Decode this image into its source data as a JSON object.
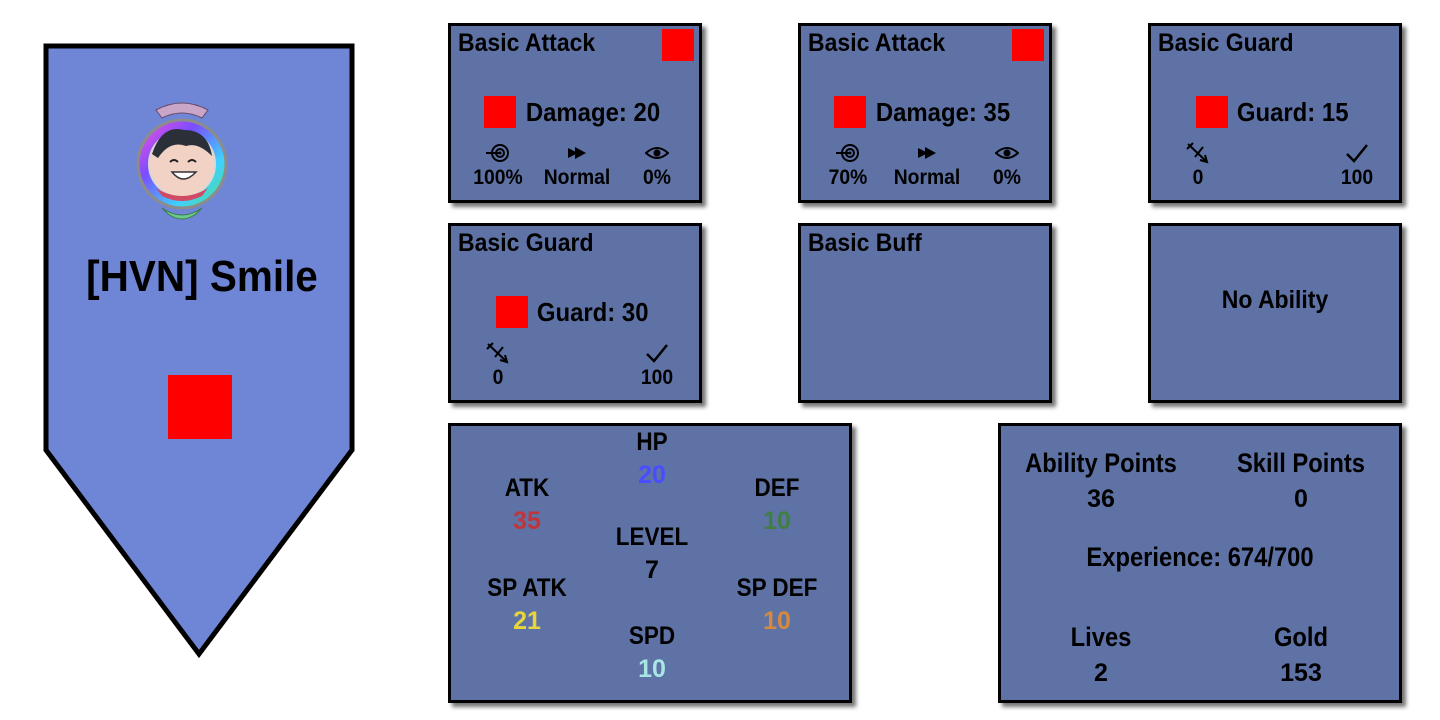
{
  "colors": {
    "panel_fill": "#6f86d6",
    "card_fill": "#5f72a6",
    "placeholder": "#ff0000",
    "hp": "#4a4cff",
    "atk": "#c0353a",
    "def": "#3f8040",
    "sp_atk": "#e6d63a",
    "sp_def": "#d6893a",
    "spd": "#a8e6e6"
  },
  "character": {
    "name": "[HVN] Smile",
    "portrait_icon": "character-portrait-medallion"
  },
  "abilities": [
    {
      "title": "Basic Attack",
      "value_label": "Damage: 20",
      "stats": [
        {
          "icon": "accuracy-target-icon",
          "text": "100%"
        },
        {
          "icon": "speed-arrow-icon",
          "text": "Normal"
        },
        {
          "icon": "eye-icon",
          "text": "0%"
        }
      ]
    },
    {
      "title": "Basic Attack",
      "value_label": "Damage: 35",
      "stats": [
        {
          "icon": "accuracy-target-icon",
          "text": "70%"
        },
        {
          "icon": "speed-arrow-icon",
          "text": "Normal"
        },
        {
          "icon": "eye-icon",
          "text": "0%"
        }
      ]
    },
    {
      "title": "Basic Guard",
      "value_label": "Guard: 15",
      "stats": [
        {
          "icon": "broken-arrow-icon",
          "text": "0"
        },
        {
          "icon": "checkmark-icon",
          "text": "100"
        }
      ]
    },
    {
      "title": "Basic Guard",
      "value_label": "Guard: 30",
      "stats": [
        {
          "icon": "broken-arrow-icon",
          "text": "0"
        },
        {
          "icon": "checkmark-icon",
          "text": "100"
        }
      ]
    },
    {
      "title": "Basic Buff"
    },
    {
      "label": "No Ability"
    }
  ],
  "stats": {
    "hp": {
      "label": "HP",
      "value": "20"
    },
    "atk": {
      "label": "ATK",
      "value": "35"
    },
    "def": {
      "label": "DEF",
      "value": "10"
    },
    "level": {
      "label": "LEVEL",
      "value": "7"
    },
    "sp_atk": {
      "label": "SP ATK",
      "value": "21"
    },
    "sp_def": {
      "label": "SP DEF",
      "value": "10"
    },
    "spd": {
      "label": "SPD",
      "value": "10"
    }
  },
  "progress": {
    "ability_points": {
      "label": "Ability Points",
      "value": "36"
    },
    "skill_points": {
      "label": "Skill Points",
      "value": "0"
    },
    "experience": {
      "label": "Experience: 674/700",
      "current": 674,
      "max": 700
    },
    "lives": {
      "label": "Lives",
      "value": "2"
    },
    "gold": {
      "label": "Gold",
      "value": "153"
    }
  }
}
